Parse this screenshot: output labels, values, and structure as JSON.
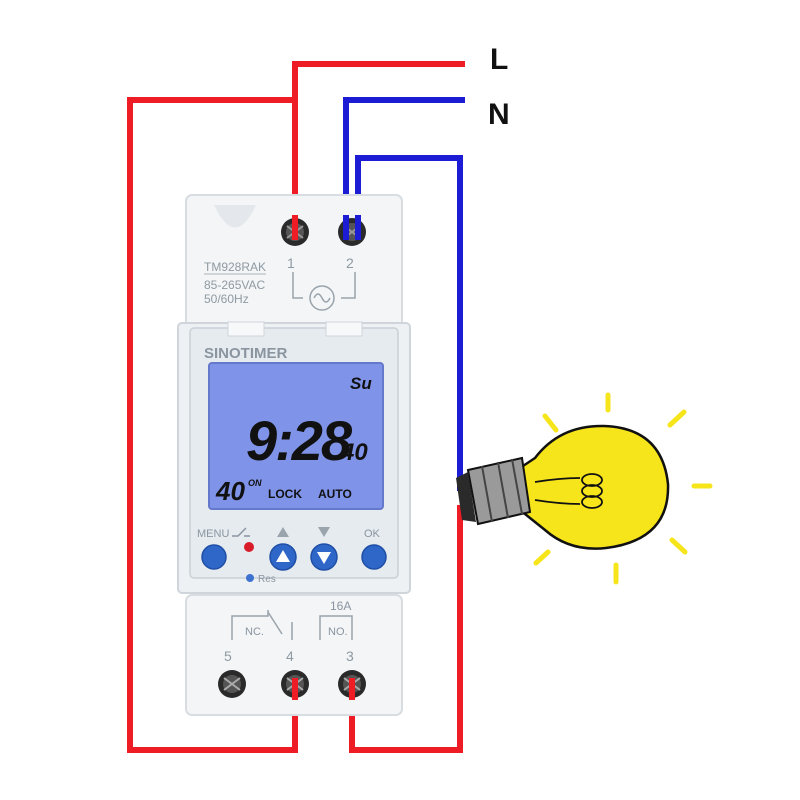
{
  "diagram": {
    "terminals_top": {
      "line_label": "L",
      "neutral_label": "N",
      "t1": "1",
      "t2": "2"
    },
    "device": {
      "model": "TM928RAK",
      "voltage": "85-265VAC",
      "frequency": "50/60Hz",
      "brand": "SINOTIMER",
      "lcd": {
        "day": "Su",
        "time": "9:28",
        "seconds": "40",
        "program_number": "40",
        "program_state": "ON",
        "lock": "LOCK",
        "mode": "AUTO"
      },
      "buttons": {
        "menu": "MENU",
        "ok": "OK",
        "reset": "Res"
      },
      "relay": {
        "rating": "16A",
        "nc": "NC.",
        "no": "NO.",
        "t5": "5",
        "t4": "4",
        "t3": "3"
      }
    },
    "colors": {
      "line_wire": "#ee1c24",
      "neutral_wire": "#1c1cd4",
      "lcd_backlight": "#7f93e8",
      "button_blue": "#2f67c9",
      "bulb_yellow": "#f7e51b"
    },
    "icons": [
      "bulb-icon",
      "sine-wave-icon",
      "relay-switch-icon"
    ]
  }
}
